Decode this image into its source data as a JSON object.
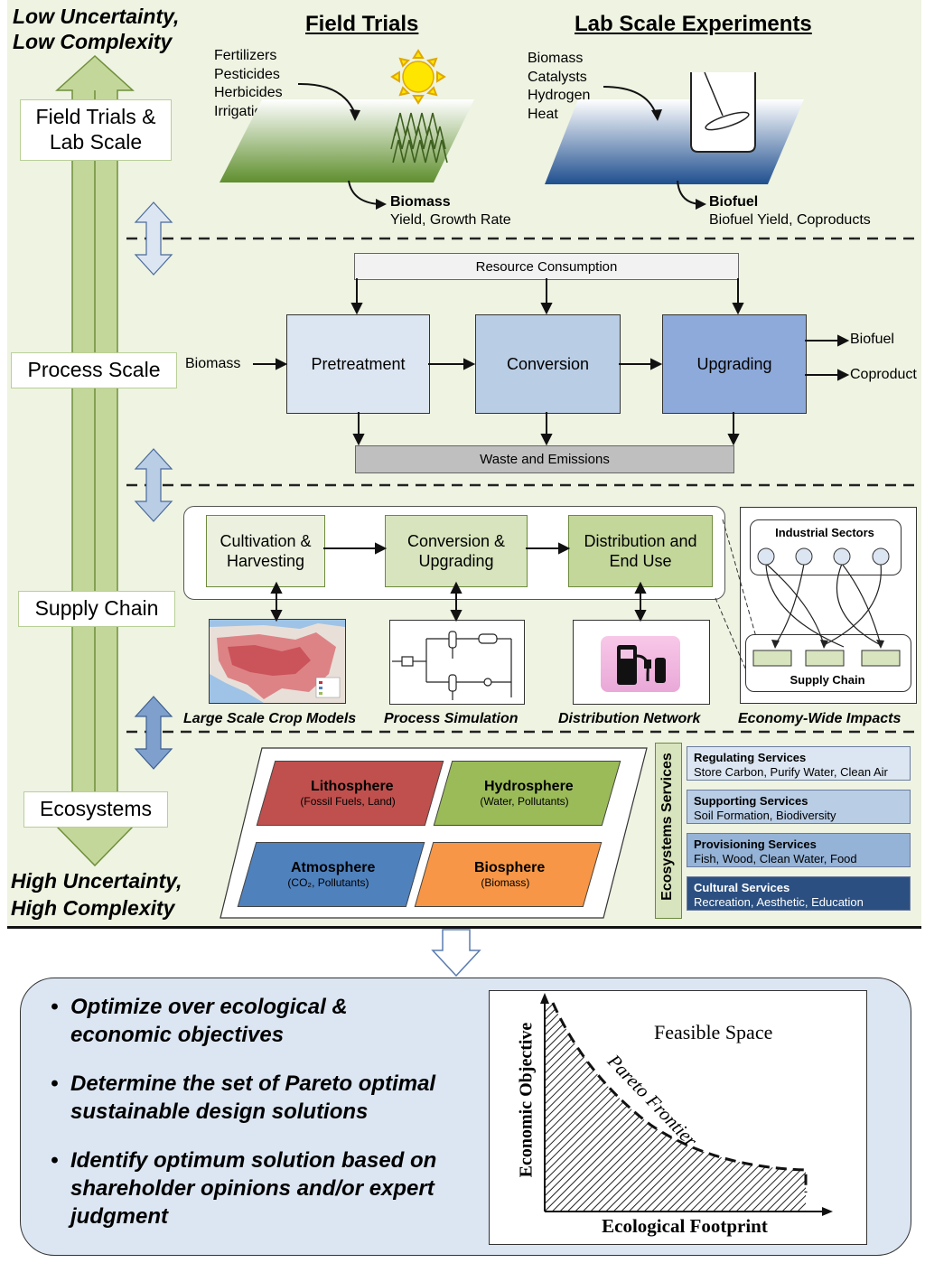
{
  "axis": {
    "top_line1": "Low Uncertainty,",
    "top_line2": "Low Complexity",
    "bottom_line1": "High Uncertainty,",
    "bottom_line2": "High  Complexity"
  },
  "scales": {
    "field_lab": "Field Trials & Lab Scale",
    "process": "Process Scale",
    "supply_chain": "Supply Chain",
    "ecosystems": "Ecosystems"
  },
  "field_trials": {
    "title": "Field Trials",
    "inputs": [
      "Fertilizers",
      "Pesticides",
      "Herbicides",
      "Irrigation"
    ],
    "output_title": "Biomass",
    "output_detail": "Yield, Growth Rate"
  },
  "lab_scale": {
    "title": "Lab Scale Experiments",
    "inputs": [
      "Biomass",
      "Catalysts",
      "Hydrogen",
      "Heat"
    ],
    "output_title": "Biofuel",
    "output_detail": "Biofuel Yield,  Coproducts"
  },
  "process": {
    "resource": "Resource Consumption",
    "waste": "Waste and Emissions",
    "input": "Biomass",
    "steps": [
      "Pretreatment",
      "Conversion",
      "Upgrading"
    ],
    "outputs": [
      "Biofuel",
      "Coproduct"
    ]
  },
  "supply_chain": {
    "stages": [
      "Cultivation & Harvesting",
      "Conversion  & Upgrading",
      "Distribution and End Use"
    ],
    "captions": [
      "Large Scale Crop Models",
      "Process Simulation",
      "Distribution Network",
      "Economy-Wide Impacts"
    ],
    "industrial": "Industrial Sectors",
    "supply": "Supply Chain"
  },
  "ecosystems": {
    "spheres": [
      {
        "title": "Lithosphere",
        "sub": "(Fossil Fuels, Land)",
        "color": "#c0504d"
      },
      {
        "title": "Hydrosphere",
        "sub": "(Water, Pollutants)",
        "color": "#9bbb59"
      },
      {
        "title": "Atmosphere",
        "sub": "(CO₂, Pollutants)",
        "color": "#4f81bd"
      },
      {
        "title": "Biosphere",
        "sub": "(Biomass)",
        "color": "#f79646"
      }
    ],
    "services_label": "Ecosystems Services",
    "services": [
      {
        "title": "Regulating Services",
        "detail": "Store Carbon, Purify Water, Clean Air",
        "color": "#dce6f2"
      },
      {
        "title": "Supporting Services",
        "detail": "Soil Formation, Biodiversity",
        "color": "#b9cde5"
      },
      {
        "title": "Provisioning Services",
        "detail": "Fish, Wood, Clean Water, Food",
        "color": "#95b3d7"
      },
      {
        "title": "Cultural Services",
        "detail": "Recreation, Aesthetic, Education",
        "color": "#2b4f80"
      }
    ]
  },
  "optimization": {
    "bullets": [
      "Optimize over ecological & economic objectives",
      "Determine the set of Pareto optimal sustainable design solutions",
      "Identify optimum solution based on shareholder opinions and/or expert judgment"
    ],
    "chart_data": {
      "type": "area",
      "title": "",
      "xlabel": "Ecological Footprint",
      "ylabel": "Economic Objective",
      "annotations": [
        "Feasible Space",
        "Pareto Frontier"
      ]
    }
  },
  "colors": {
    "band": "#eef3e2",
    "green": "#d7e4bd",
    "green_border": "#9bbb59",
    "blue_light": "#dce6f2",
    "blue_mid": "#b9cde5",
    "blue_dark": "#8eaadb",
    "bottom_panel": "#dce6f2"
  }
}
